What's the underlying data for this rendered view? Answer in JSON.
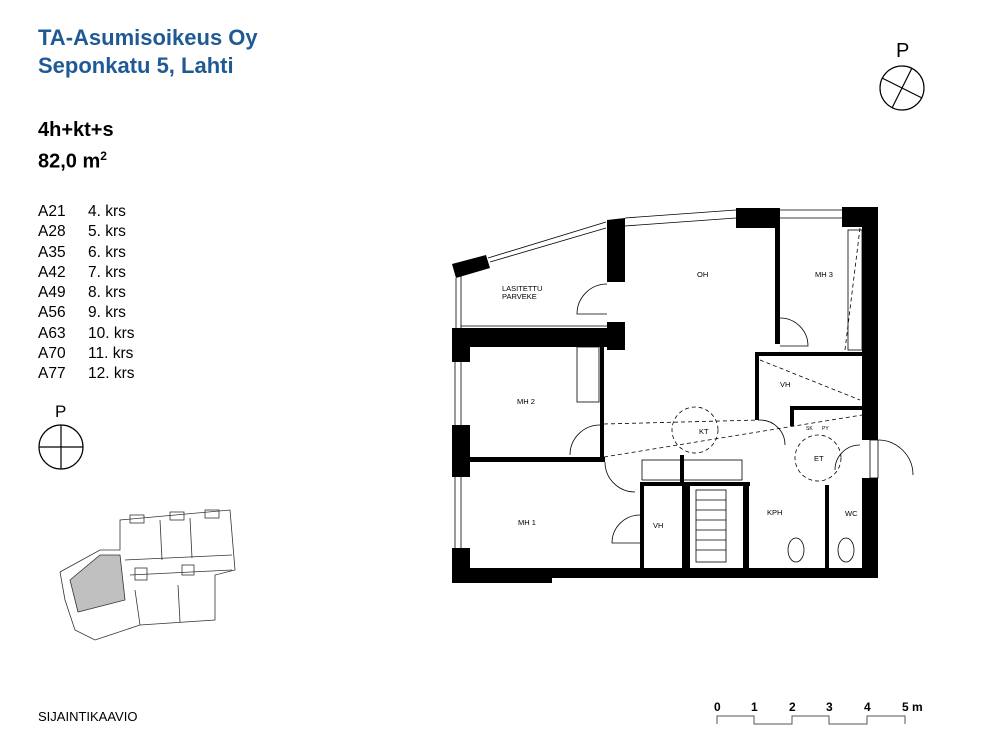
{
  "header": {
    "company": "TA-Asumisoikeus Oy",
    "address": "Seponkatu 5, Lahti"
  },
  "apartment": {
    "type": "4h+kt+s",
    "area": "82,0 m",
    "area_sup": "2"
  },
  "units": [
    {
      "code": "A21",
      "floor": "4. krs"
    },
    {
      "code": "A28",
      "floor": "5. krs"
    },
    {
      "code": "A35",
      "floor": "6. krs"
    },
    {
      "code": "A42",
      "floor": "7. krs"
    },
    {
      "code": "A49",
      "floor": "8. krs"
    },
    {
      "code": "A56",
      "floor": "9. krs"
    },
    {
      "code": "A63",
      "floor": "10. krs"
    },
    {
      "code": "A70",
      "floor": "11. krs"
    },
    {
      "code": "A77",
      "floor": "12. krs"
    }
  ],
  "compass": {
    "label": "P"
  },
  "location_map": {
    "label": "SIJAINTIKAAVIO",
    "highlight_color": "#c0c0c0"
  },
  "rooms": {
    "balcony_1": "LASITETTU",
    "balcony_2": "PARVEKE",
    "oh": "OH",
    "mh3": "MH 3",
    "mh2": "MH 2",
    "mh1": "MH 1",
    "kt": "KT",
    "vh1": "VH",
    "vh2": "VH",
    "et": "ET",
    "kph": "KPH",
    "wc": "WC",
    "sk": "SK",
    "py": "PY"
  },
  "scale_bar": {
    "ticks": [
      "0",
      "1",
      "2",
      "3",
      "4",
      "5 m"
    ]
  }
}
